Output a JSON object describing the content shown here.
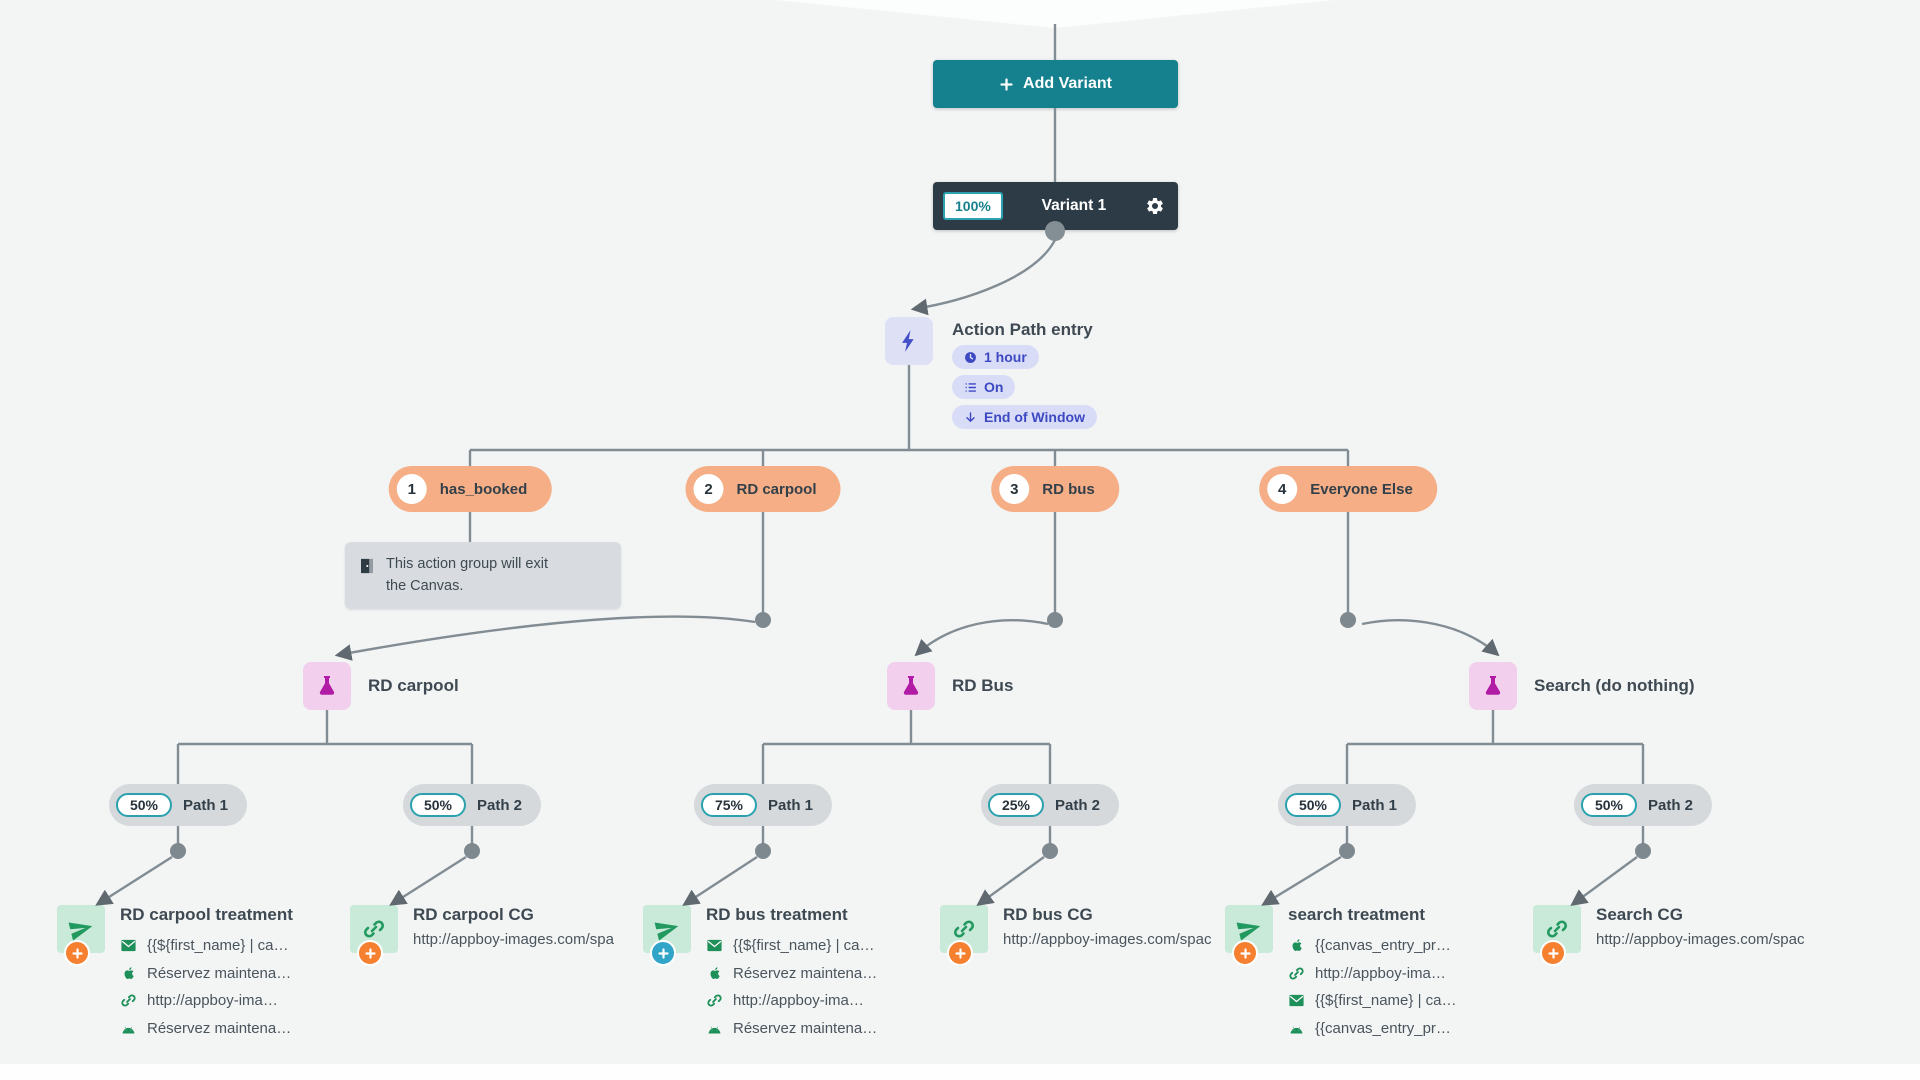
{
  "canvas": {
    "add_variant": {
      "label": "Add Variant"
    },
    "variant": {
      "percent": "100%",
      "name": "Variant 1"
    },
    "action_path": {
      "title": "Action Path entry",
      "badges": {
        "delay": "1 hour",
        "toggle": "On",
        "window": "End of Window"
      }
    },
    "action_groups": [
      {
        "number": "1",
        "label": "has_booked"
      },
      {
        "number": "2",
        "label": "RD carpool"
      },
      {
        "number": "3",
        "label": "RD bus"
      },
      {
        "number": "4",
        "label": "Everyone Else"
      }
    ],
    "tooltip": {
      "line1": "This action group will exit",
      "line2": "the Canvas."
    },
    "experiments": [
      {
        "name": "RD carpool"
      },
      {
        "name": "RD Bus"
      },
      {
        "name": "Search (do nothing)"
      }
    ],
    "paths": [
      {
        "percent": "50%",
        "label": "Path 1"
      },
      {
        "percent": "50%",
        "label": "Path 2"
      },
      {
        "percent": "75%",
        "label": "Path 1"
      },
      {
        "percent": "25%",
        "label": "Path 2"
      },
      {
        "percent": "50%",
        "label": "Path 1"
      },
      {
        "percent": "50%",
        "label": "Path 2"
      }
    ],
    "messages": [
      {
        "title": "RD carpool treatment",
        "lines": [
          {
            "channel": "email",
            "text": "{{${first_name} | ca…"
          },
          {
            "channel": "ios-push",
            "text": "Réservez maintena…"
          },
          {
            "channel": "webhook",
            "text": "http://appboy-ima…"
          },
          {
            "channel": "android-push",
            "text": "Réservez maintena…"
          }
        ]
      },
      {
        "title": "RD carpool CG",
        "url": "http://appboy-images.com/spa"
      },
      {
        "title": "RD bus treatment",
        "lines": [
          {
            "channel": "email",
            "text": "{{${first_name} | ca…"
          },
          {
            "channel": "ios-push",
            "text": "Réservez maintena…"
          },
          {
            "channel": "webhook",
            "text": "http://appboy-ima…"
          },
          {
            "channel": "android-push",
            "text": "Réservez maintena…"
          }
        ]
      },
      {
        "title": "RD bus CG",
        "url": "http://appboy-images.com/spac"
      },
      {
        "title": "search treatment",
        "lines": [
          {
            "channel": "ios-push",
            "text": "{{canvas_entry_pr…"
          },
          {
            "channel": "webhook",
            "text": "http://appboy-ima…"
          },
          {
            "channel": "email",
            "text": "{{${first_name} | ca…"
          },
          {
            "channel": "android-push",
            "text": "{{canvas_entry_pr…"
          }
        ]
      },
      {
        "title": "Search CG",
        "url": "http://appboy-images.com/spac"
      }
    ],
    "colors": {
      "teal": "#15818e",
      "dark_navy": "#2d3b47",
      "orange_pill": "#f5ae85",
      "lavender_square": "#dee1f6",
      "indigo": "#3c49c3",
      "pink_square": "#f2cfec",
      "magenta": "#b11ba6",
      "mint_square": "#c9e9d9",
      "green": "#1d8f58",
      "plus_orange": "#f58030",
      "plus_blue": "#30a5c8",
      "wire_gray": "#828c93"
    }
  }
}
